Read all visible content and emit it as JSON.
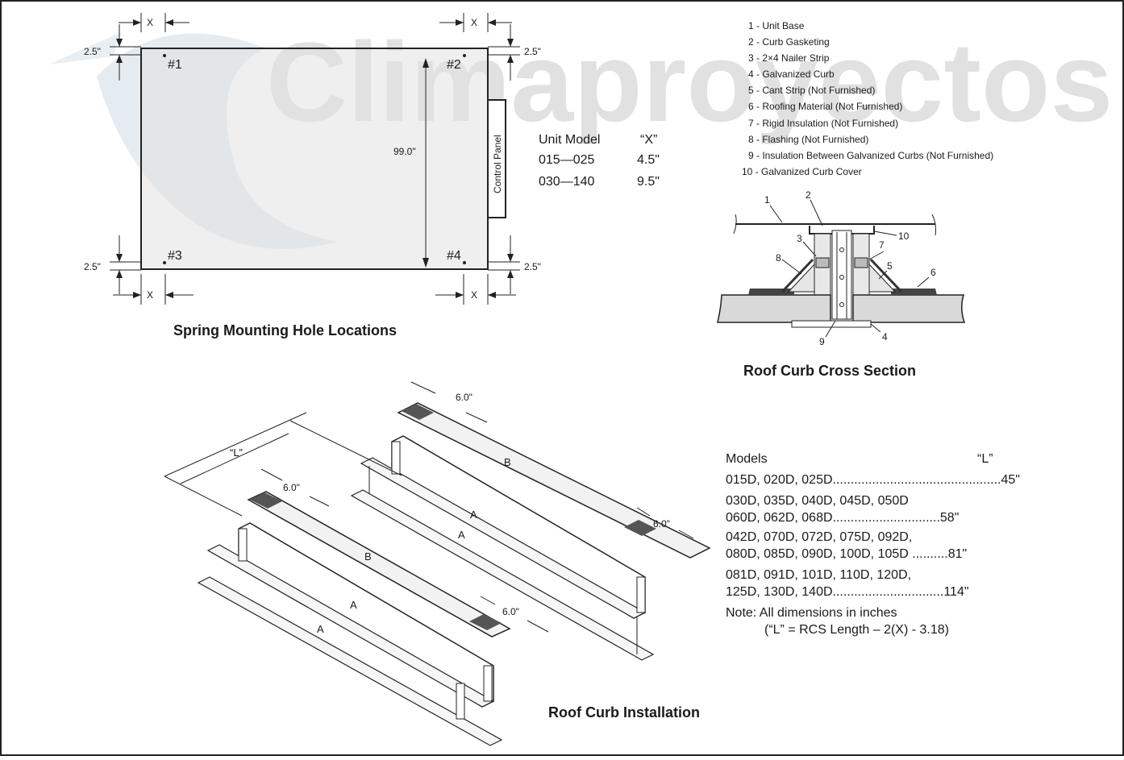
{
  "watermark": "Climaproyectos",
  "mounting": {
    "title": "Spring Mounting Hole Locations",
    "dim_x": "X",
    "dim_edge": "2.5\"",
    "dim_height": "99.0\"",
    "holes": [
      "#1",
      "#2",
      "#3",
      "#4"
    ],
    "control_panel": "Control Panel",
    "table": {
      "header_model": "Unit Model",
      "header_x": "“X”",
      "rows": [
        {
          "model": "015—025",
          "x": "4.5\""
        },
        {
          "model": "030—140",
          "x": "9.5\""
        }
      ]
    }
  },
  "legend": [
    "1 - Unit Base",
    "2 - Curb Gasketing",
    "3 - 2×4 Nailer Strip",
    "4 - Galvanized Curb",
    "5 - Cant Strip (Not Furnished)",
    "6 - Roofing Material (Not Furnished)",
    "7 - Rigid Insulation (Not Furnished)",
    "8 - Flashing (Not Furnished)",
    "9 - Insulation Between Galvanized Curbs (Not Furnished)",
    "10 - Galvanized Curb Cover"
  ],
  "cross_section": {
    "title": "Roof Curb Cross Section",
    "callouts": [
      "1",
      "2",
      "3",
      "4",
      "5",
      "6",
      "7",
      "8",
      "9",
      "10"
    ]
  },
  "installation": {
    "title": "Roof Curb Installation",
    "dim_L": "“L”",
    "dim_6": "6.0\"",
    "labels": [
      "A",
      "B"
    ]
  },
  "models_table": {
    "header_models": "Models",
    "header_L": "“L”",
    "rows": [
      {
        "line1": "015D, 020D, 025D...............................................45\""
      },
      {
        "line1": "030D, 035D, 040D, 045D, 050D",
        "line2": "060D, 062D, 068D..............................58\""
      },
      {
        "line1": "042D, 070D, 072D, 075D, 092D,",
        "line2": "080D, 085D, 090D, 100D, 105D ..........81\""
      },
      {
        "line1": "081D, 091D, 101D, 110D, 120D,",
        "line2": "125D, 130D, 140D...............................114\""
      }
    ],
    "note1": "Note: All dimensions in inches",
    "note2": "(“L” = RCS Length – 2(X) - 3.18)"
  }
}
